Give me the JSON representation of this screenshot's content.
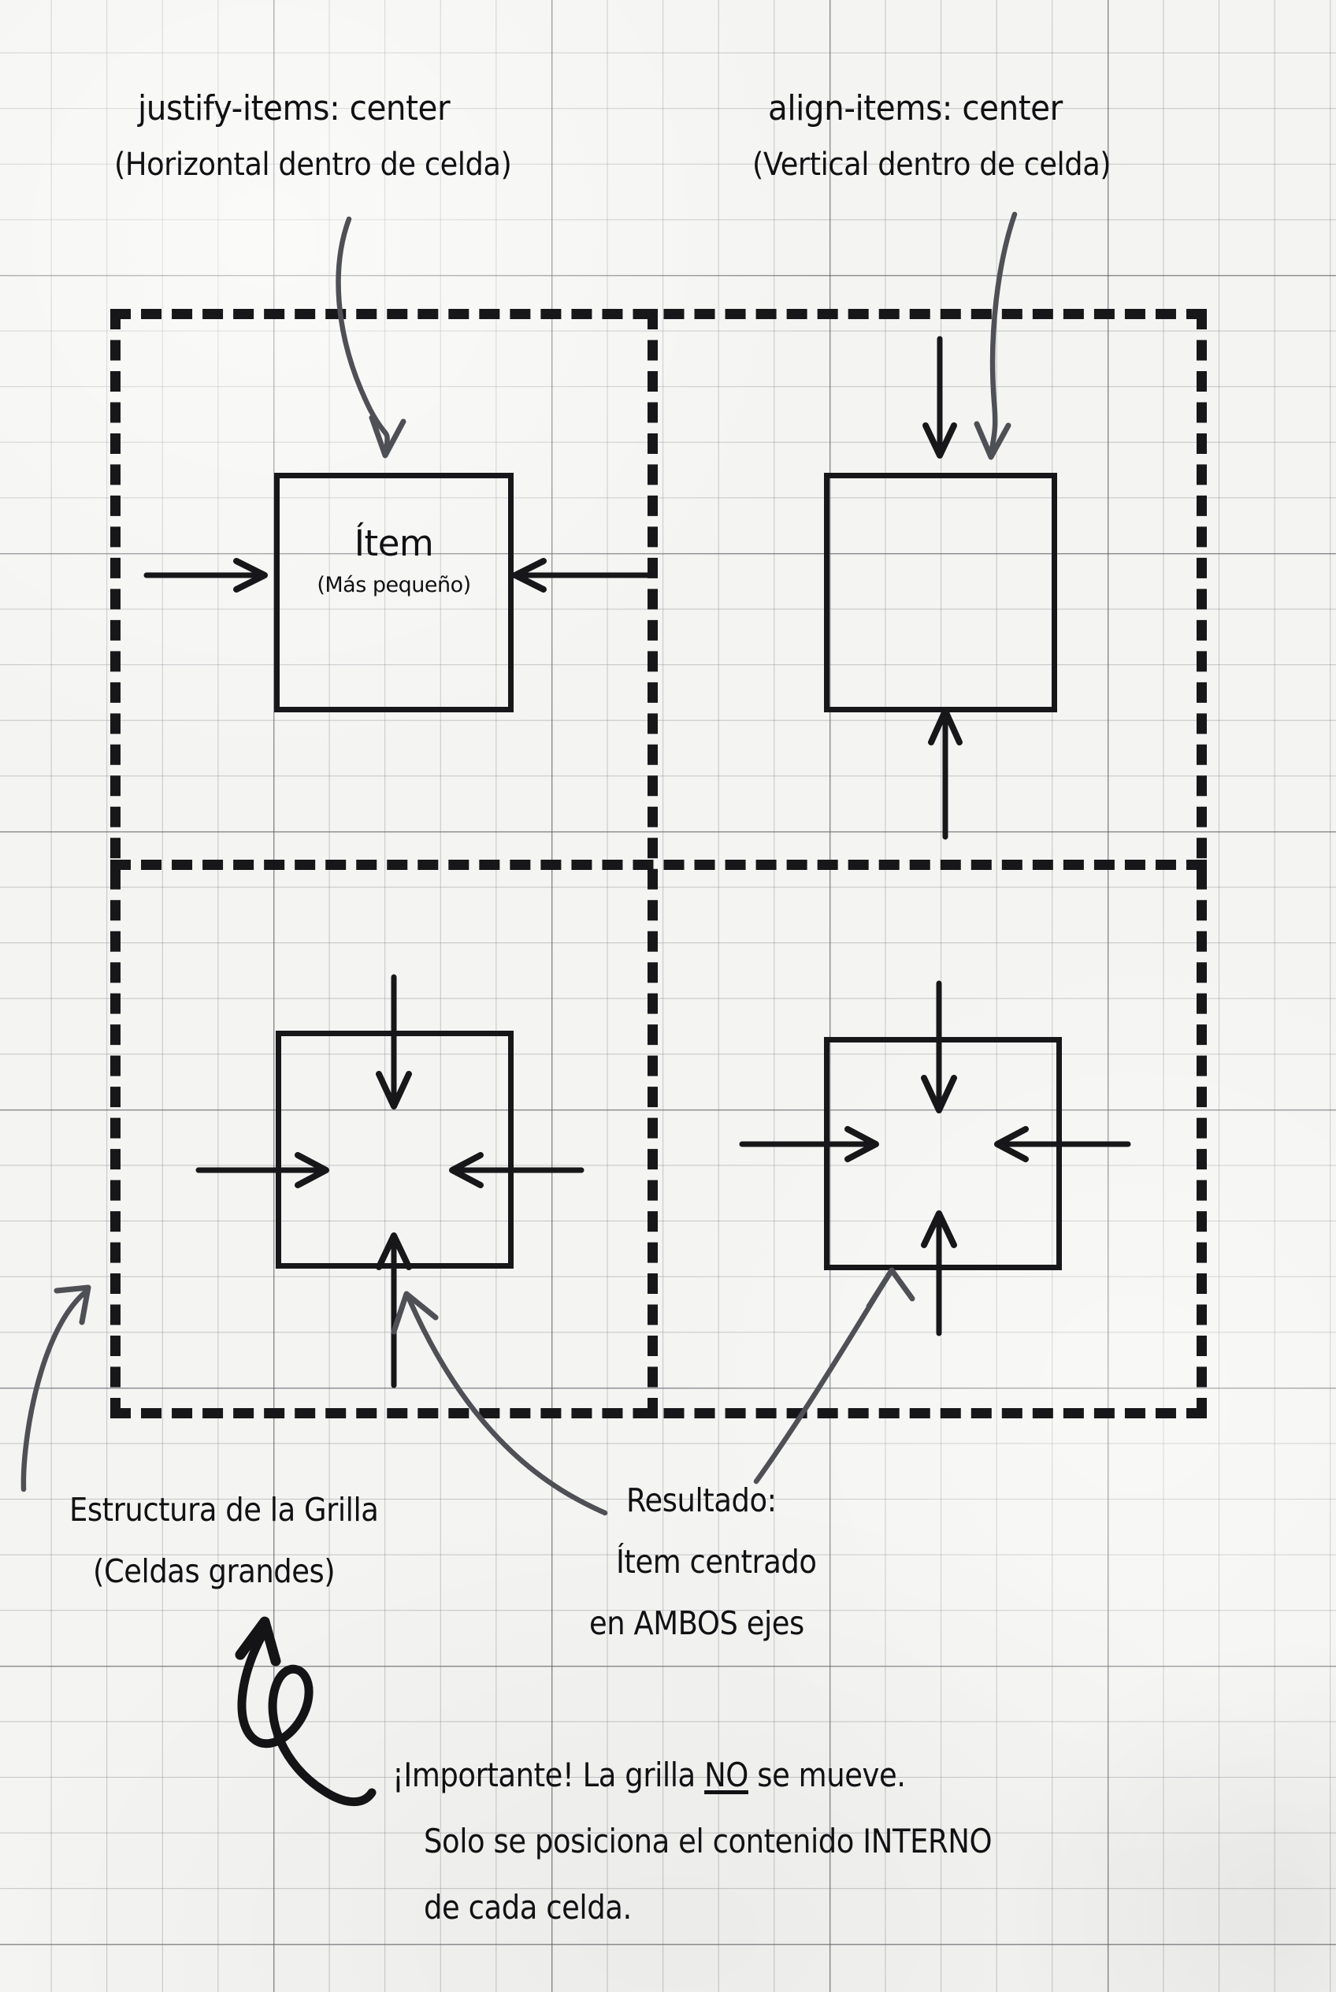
{
  "headings": {
    "left": {
      "title": "justify-items: center",
      "subtitle": "(Horizontal dentro de celda)"
    },
    "right": {
      "title": "align-items: center",
      "subtitle": "(Vertical dentro de celda)"
    }
  },
  "grid": {
    "cells": [
      {
        "id": "cell-top-left",
        "item_label": "Ítem",
        "item_sublabel": "(Más pequeño)"
      },
      {
        "id": "cell-top-right",
        "item_label": "",
        "item_sublabel": ""
      },
      {
        "id": "cell-bottom-left",
        "item_label": "",
        "item_sublabel": ""
      },
      {
        "id": "cell-bottom-right",
        "item_label": "",
        "item_sublabel": ""
      }
    ]
  },
  "annotations": {
    "grid_structure": {
      "line1": "Estructura de la Grilla",
      "line2": "(Celdas grandes)"
    },
    "result": {
      "line1": "Resultado:",
      "line2": "Ítem centrado",
      "line3": "en AMBOS ejes"
    }
  },
  "footer": {
    "line1_prefix": "¡Importante! La grilla ",
    "line1_emphasis": "NO",
    "line1_suffix": " se mueve.",
    "line2": "Solo se posiciona el contenido INTERNO",
    "line3": "de cada celda."
  },
  "colors": {
    "ink": "#111114",
    "paper": "#f4f4f2",
    "grid_rule_major": "#5a5c60",
    "grid_rule_minor": "#787c82",
    "pencil": "#4a4a4f"
  },
  "icons": {
    "arrow_down": "arrow-down-icon",
    "arrow_up": "arrow-up-icon",
    "arrow_right": "arrow-right-icon",
    "arrow_left": "arrow-left-icon",
    "curved_arrow": "curved-arrow-icon",
    "squiggle_arrow": "squiggle-arrow-icon"
  }
}
